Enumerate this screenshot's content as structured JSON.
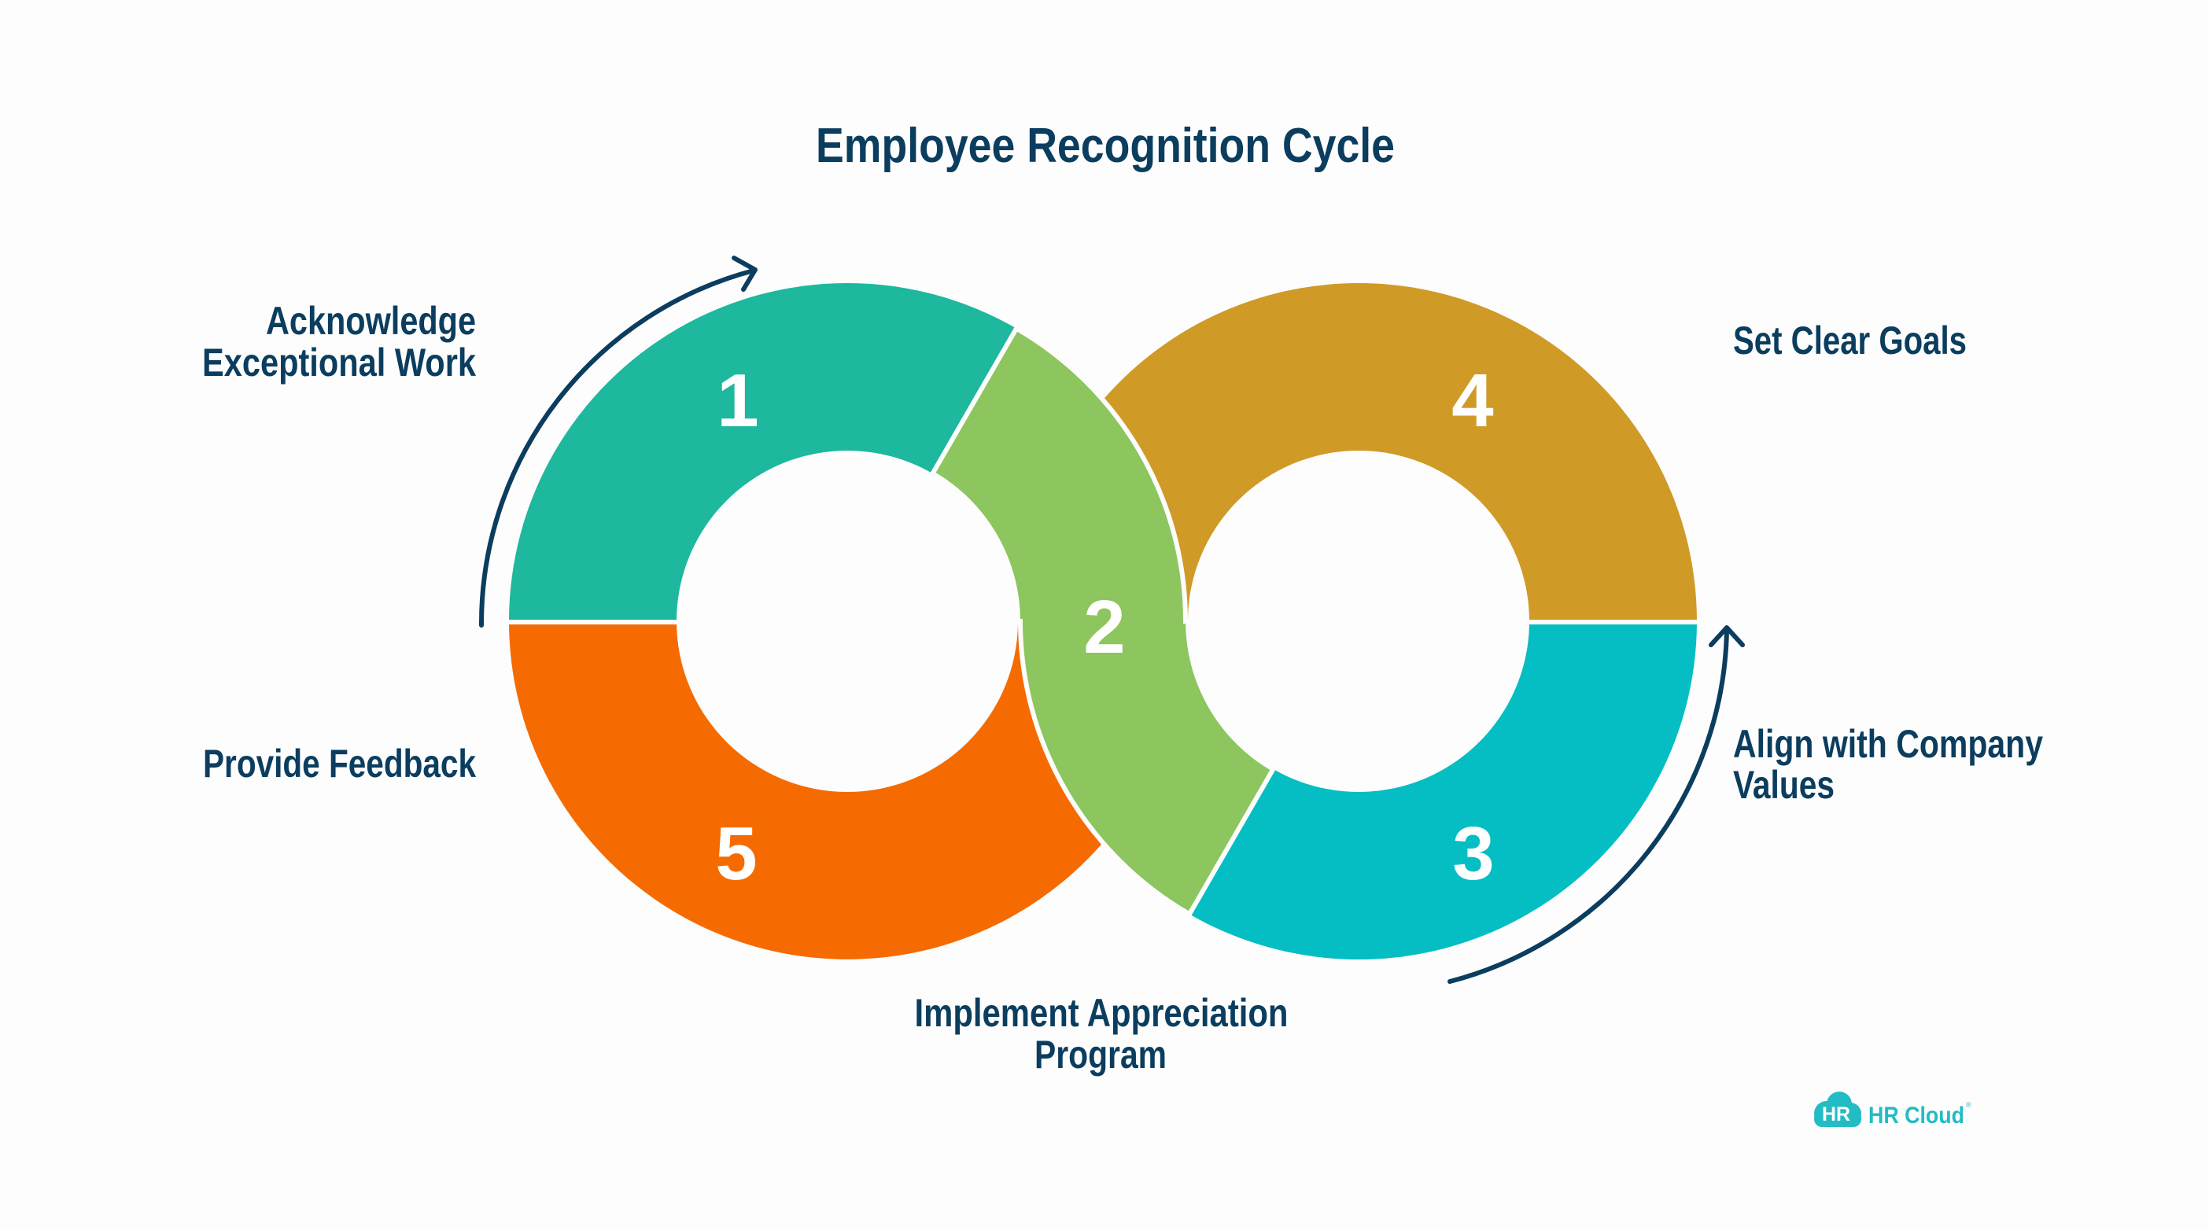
{
  "title": "Employee Recognition Cycle",
  "colors": {
    "text": "#0B3D5E",
    "step1": "#1DB89D",
    "step2": "#8DC55E",
    "step3": "#04BEC3",
    "step4": "#D09A27",
    "step5": "#F56B02",
    "arrow": "#0B3D5E",
    "logo": "#22BCC4",
    "background": "#FDFDFD"
  },
  "steps": [
    {
      "number": "1",
      "label_lines": [
        "Acknowledge",
        "Exceptional Work"
      ]
    },
    {
      "number": "2",
      "label_lines": [
        "Implement Appreciation",
        "Program"
      ]
    },
    {
      "number": "3",
      "label_lines": [
        "Align with Company",
        "Values"
      ]
    },
    {
      "number": "4",
      "label_lines": [
        "Set Clear Goals"
      ]
    },
    {
      "number": "5",
      "label_lines": [
        "Provide Feedback"
      ]
    }
  ],
  "icons": {
    "arrow_left": "curved-arrow-clockwise-icon",
    "arrow_right": "curved-arrow-counterclockwise-icon",
    "logo": "cloud-logo-icon"
  },
  "logo": {
    "badge": "HR",
    "name": "HR Cloud",
    "mark": "®"
  }
}
